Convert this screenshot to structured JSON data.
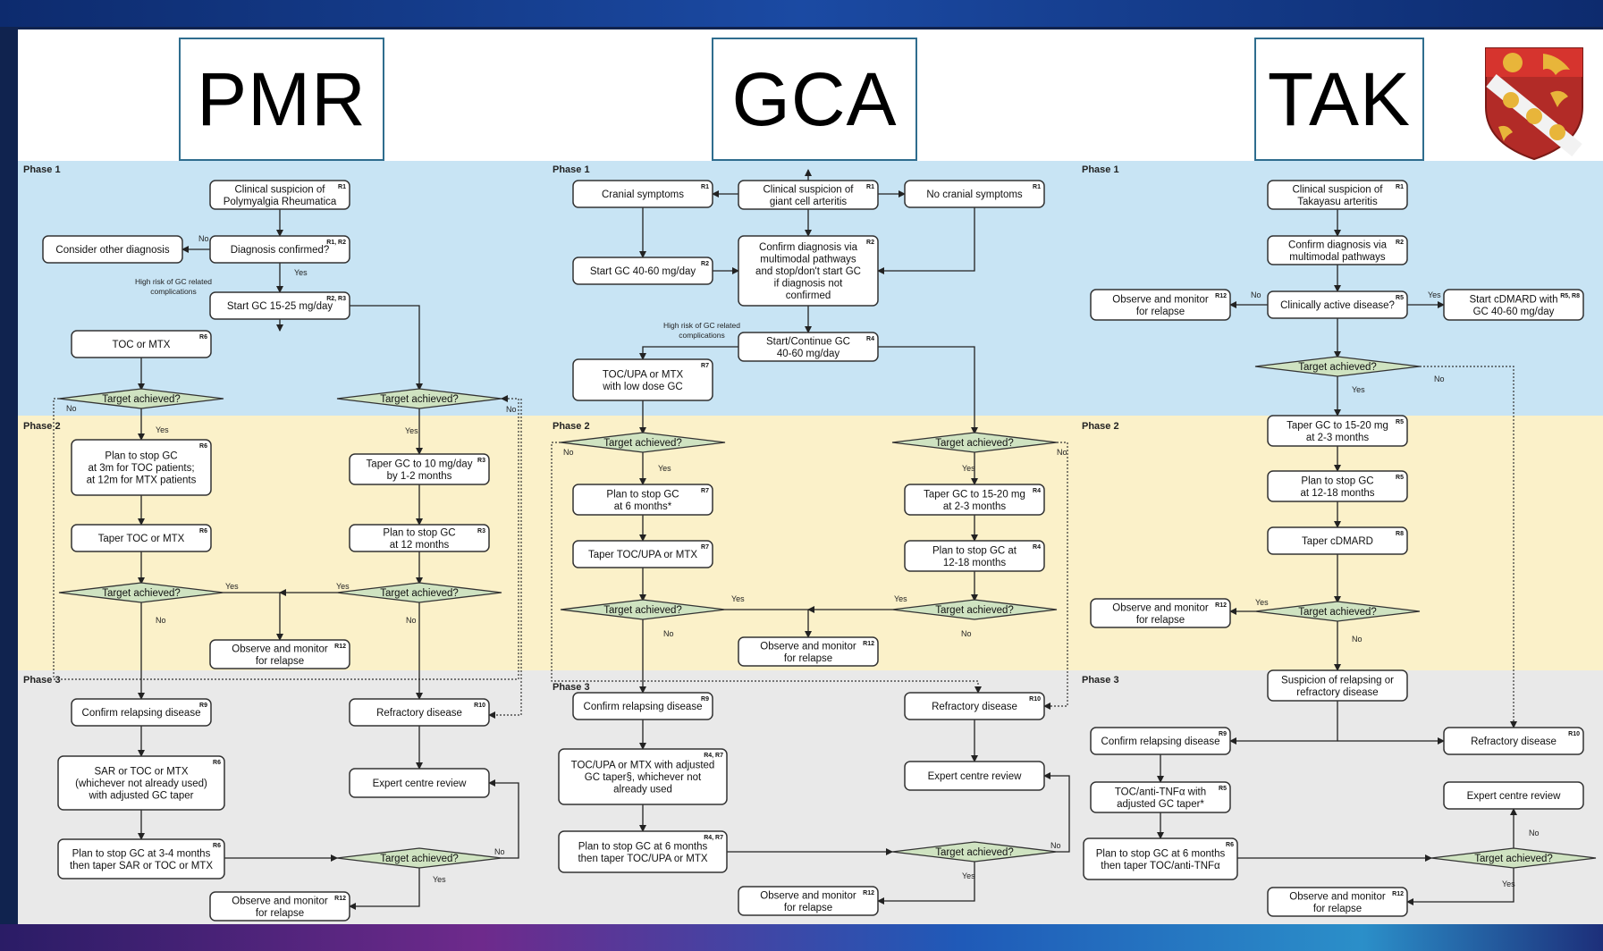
{
  "titles": [
    "PMR",
    "GCA",
    "TAK"
  ],
  "phases": {
    "p1": "Phase 1",
    "p2": "Phase 2",
    "p3": "Phase 3"
  },
  "colors": {
    "phase1": "#c8e4f4",
    "phase2": "#fbf1c9",
    "phase3": "#e9e9e9",
    "decision": "#cfe3c1",
    "box_border": "#333333",
    "title_border": "#2f6d8e"
  },
  "boxes": [
    {
      "id": "pmr_clin",
      "lines": [
        "Clinical suspicion of",
        "Polymyalgia Rheumatica"
      ],
      "ref": "R1"
    },
    {
      "id": "pmr_dx",
      "lines": [
        "Diagnosis confirmed?"
      ],
      "ref": "R1, R2"
    },
    {
      "id": "pmr_other",
      "lines": [
        "Consider other diagnosis"
      ],
      "ref": ""
    },
    {
      "id": "pmr_gc",
      "lines": [
        "Start GC 15-25 mg/day"
      ],
      "ref": "R2, R3"
    },
    {
      "id": "pmr_toc",
      "lines": [
        "TOC or MTX"
      ],
      "ref": "R6"
    },
    {
      "id": "pmr_plan3m",
      "lines": [
        "Plan to stop GC",
        "at 3m for TOC patients;",
        "at 12m for MTX patients"
      ],
      "ref": "R6"
    },
    {
      "id": "pmr_taper10",
      "lines": [
        "Taper GC to 10 mg/day",
        "by 1-2 months"
      ],
      "ref": "R3"
    },
    {
      "id": "pmr_tapertoc",
      "lines": [
        "Taper TOC or MTX"
      ],
      "ref": "R6"
    },
    {
      "id": "pmr_plan12",
      "lines": [
        "Plan to stop GC",
        "at 12 months"
      ],
      "ref": "R3"
    },
    {
      "id": "pmr_obs2",
      "lines": [
        "Observe and monitor",
        "for relapse"
      ],
      "ref": "R12"
    },
    {
      "id": "pmr_relapse",
      "lines": [
        "Confirm relapsing disease"
      ],
      "ref": "R9"
    },
    {
      "id": "pmr_refr",
      "lines": [
        "Refractory disease"
      ],
      "ref": "R10"
    },
    {
      "id": "pmr_sar",
      "lines": [
        "SAR or TOC or MTX",
        "(whichever not already used)",
        "with adjusted GC taper"
      ],
      "ref": "R6"
    },
    {
      "id": "pmr_expert",
      "lines": [
        "Expert centre review"
      ],
      "ref": ""
    },
    {
      "id": "pmr_plan34",
      "lines": [
        "Plan to stop GC at 3-4 months",
        "then taper SAR or TOC or MTX"
      ],
      "ref": "R6"
    },
    {
      "id": "pmr_obs3",
      "lines": [
        "Observe and monitor",
        "for relapse"
      ],
      "ref": "R12"
    },
    {
      "id": "gca_cranial",
      "lines": [
        "Cranial symptoms"
      ],
      "ref": "R1"
    },
    {
      "id": "gca_clin",
      "lines": [
        "Clinical suspicion of",
        "giant cell arteritis"
      ],
      "ref": "R1"
    },
    {
      "id": "gca_nocranial",
      "lines": [
        "No cranial symptoms"
      ],
      "ref": "R1"
    },
    {
      "id": "gca_start",
      "lines": [
        "Start GC 40-60 mg/day"
      ],
      "ref": "R2"
    },
    {
      "id": "gca_confirm",
      "lines": [
        "Confirm diagnosis via",
        "multimodal pathways",
        "and stop/don't start GC",
        "if diagnosis not",
        "confirmed"
      ],
      "ref": "R2"
    },
    {
      "id": "gca_cont",
      "lines": [
        "Start/Continue GC",
        "40-60 mg/day"
      ],
      "ref": "R4"
    },
    {
      "id": "gca_tocupa",
      "lines": [
        "TOC/UPA or MTX",
        "with low dose GC"
      ],
      "ref": "R7"
    },
    {
      "id": "gca_plan6",
      "lines": [
        "Plan to stop GC",
        "at 6 months*"
      ],
      "ref": "R7"
    },
    {
      "id": "gca_taper1520",
      "lines": [
        "Taper GC to 15-20 mg",
        "at 2-3 months"
      ],
      "ref": "R4"
    },
    {
      "id": "gca_tapertoc",
      "lines": [
        "Taper TOC/UPA or MTX"
      ],
      "ref": "R7"
    },
    {
      "id": "gca_plan1218",
      "lines": [
        "Plan to stop GC at",
        "12-18 months"
      ],
      "ref": "R4"
    },
    {
      "id": "gca_obs2",
      "lines": [
        "Observe and monitor",
        "for relapse"
      ],
      "ref": "R12"
    },
    {
      "id": "gca_relapse",
      "lines": [
        "Confirm relapsing disease"
      ],
      "ref": "R9"
    },
    {
      "id": "gca_refr",
      "lines": [
        "Refractory disease"
      ],
      "ref": "R10"
    },
    {
      "id": "gca_adj",
      "lines": [
        "TOC/UPA or MTX with adjusted",
        "GC taper§, whichever not",
        "already used"
      ],
      "ref": "R4, R7"
    },
    {
      "id": "gca_expert",
      "lines": [
        "Expert centre review"
      ],
      "ref": ""
    },
    {
      "id": "gca_plan6b",
      "lines": [
        "Plan to stop GC at 6 months",
        "then taper TOC/UPA or MTX"
      ],
      "ref": "R4, R7"
    },
    {
      "id": "gca_obs3",
      "lines": [
        "Observe and monitor",
        "for relapse"
      ],
      "ref": "R12"
    },
    {
      "id": "tak_clin",
      "lines": [
        "Clinical suspicion of",
        "Takayasu arteritis"
      ],
      "ref": "R1"
    },
    {
      "id": "tak_confirm",
      "lines": [
        "Confirm diagnosis via",
        "multimodal pathways"
      ],
      "ref": "R2"
    },
    {
      "id": "tak_obs1",
      "lines": [
        "Observe and monitor",
        "for relapse"
      ],
      "ref": "R12"
    },
    {
      "id": "tak_active",
      "lines": [
        "Clinically active disease?"
      ],
      "ref": "R5"
    },
    {
      "id": "tak_cdmard",
      "lines": [
        "Start cDMARD with",
        "GC 40-60 mg/day"
      ],
      "ref": "R5, R8"
    },
    {
      "id": "tak_taper",
      "lines": [
        "Taper GC to 15-20 mg",
        "at 2-3 months"
      ],
      "ref": "R5"
    },
    {
      "id": "tak_plan",
      "lines": [
        "Plan to stop GC",
        "at 12-18 months"
      ],
      "ref": "R5"
    },
    {
      "id": "tak_tapercd",
      "lines": [
        "Taper cDMARD"
      ],
      "ref": "R8"
    },
    {
      "id": "tak_obs2",
      "lines": [
        "Observe and monitor",
        "for relapse"
      ],
      "ref": "R12"
    },
    {
      "id": "tak_susp",
      "lines": [
        "Suspicion of relapsing or",
        "refractory disease"
      ],
      "ref": ""
    },
    {
      "id": "tak_relapse",
      "lines": [
        "Confirm relapsing disease"
      ],
      "ref": "R9"
    },
    {
      "id": "tak_refr",
      "lines": [
        "Refractory disease"
      ],
      "ref": "R10"
    },
    {
      "id": "tak_tnf",
      "lines": [
        "TOC/anti-TNFα with",
        "adjusted GC taper*"
      ],
      "ref": "R5"
    },
    {
      "id": "tak_expert",
      "lines": [
        "Expert centre review"
      ],
      "ref": ""
    },
    {
      "id": "tak_plan6",
      "lines": [
        "Plan to stop GC at 6 months",
        "then taper TOC/anti-TNFα"
      ],
      "ref": "R6"
    },
    {
      "id": "tak_obs3",
      "lines": [
        "Observe and monitor",
        "for relapse"
      ],
      "ref": "R12"
    }
  ],
  "decisions": {
    "label": "Target achieved?",
    "ids": [
      "pmr_d1",
      "pmr_d2",
      "pmr_d3",
      "pmr_d4",
      "pmr_d5",
      "gca_d1",
      "gca_d2",
      "gca_d3",
      "gca_d4",
      "gca_d5",
      "tak_d1",
      "tak_d2",
      "tak_d3"
    ]
  },
  "notes": {
    "risk": [
      "High risk of GC related",
      "complications"
    ]
  },
  "labels": {
    "yes": "Yes",
    "no": "No"
  }
}
